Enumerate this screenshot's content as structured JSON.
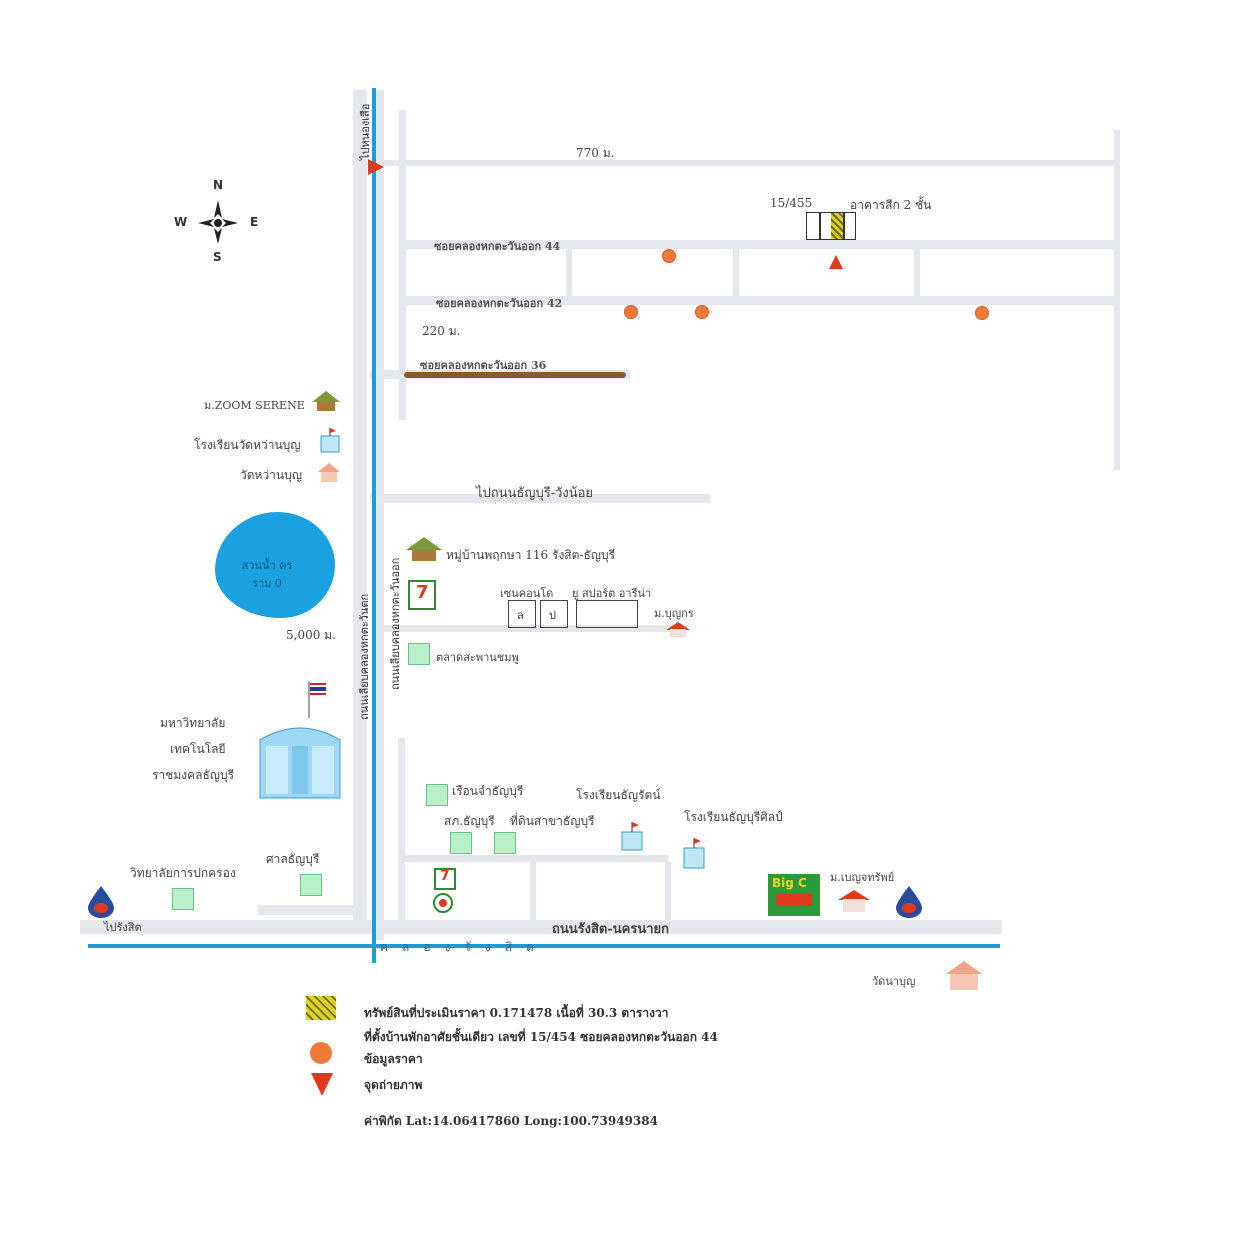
{
  "compass": {
    "n": "N",
    "s": "S",
    "w": "W",
    "e": "E"
  },
  "distances": {
    "top": "770 ม.",
    "mid": "220 ม.",
    "left": "5,000 ม."
  },
  "property": {
    "number": "15/455",
    "building": "อาคารสีก 2 ชั้น"
  },
  "soi": {
    "soi44": "ซอยคลองหกตะวันออก 44",
    "soi42": "ซอยคลองหกตะวันออก 42",
    "soi36": "ซอยคลองหกตะวันออก 36"
  },
  "roads": {
    "to_khlong_luang": "ไปหนองเสือ",
    "to_thanyaburi": "ไปถนนธัญบุรี-วังน้อย",
    "canal_road_west": "ถนนเลียบคลองหกตะวันตก",
    "canal_road_east": "ถนนเลียบคลองหกตะวันออก",
    "main_road": "ถนนรังสิต-นครนายก",
    "to_rangsit": "ไปรังสิต",
    "canal_name": "คลองรังสิต"
  },
  "places": {
    "zoom_serene": "ม.ZOOM SERENE",
    "school_wat": "โรงเรียนวัดหว่านบุญ",
    "wat": "วัดหว่านบุญ",
    "lake": "สวนน้ำ ครราม 0",
    "village": "หมู่บ้านพฤกษา 116 รังสิต-ธัญบุรี",
    "cond": "เซนคอนโด",
    "sport": "ยู สปอร์ต อารีน่า",
    "boonyakorn": "ม.บุญกร",
    "market": "ตลาดสะพานชมพู",
    "university": [
      "มหาวิทยาลัย",
      "เทคโนโลยี",
      "ราชมงคลธัญบุรี"
    ],
    "prison": "เรือนจำธัญบุรี",
    "sk": "สภ.ธัญบุรี",
    "land_office": "ที่ดินสาขาธัญบุรี",
    "school_tr": "โรงเรียนธัญรัตน์",
    "school_ts": "โรงเรียนธัญบุรีศิลป์",
    "court": "ศาลธัญบุรี",
    "college": "วิทยาลัยการปกครอง",
    "village2": "ม.เบญจทรัพย์",
    "wat2": "วัดนาบุญ",
    "seven_a": "7",
    "bigc": "Big C",
    "cond_a": "ล",
    "cond_b": "ป"
  },
  "legend": {
    "line1": "ทรัพย์สินที่ประเมินราคา 0.171478 เนื้อที่ 30.3 ตารางวา",
    "line2": "ที่ตั้งบ้านพักอาศัยชั้นเดียว เลขที่ 15/454 ซอยคลองหกตะวันออก 44",
    "line3": "ข้อมูลราคา",
    "line4": "จุดถ่ายภาพ",
    "coords": "ค่าพิกัด Lat:14.06417860 Long:100.73949384"
  },
  "colors": {
    "canal": "#1f9bd7",
    "price_dot": "#f07a3a",
    "photo_marker": "#e03a1e",
    "hatch": "#e0d020"
  }
}
